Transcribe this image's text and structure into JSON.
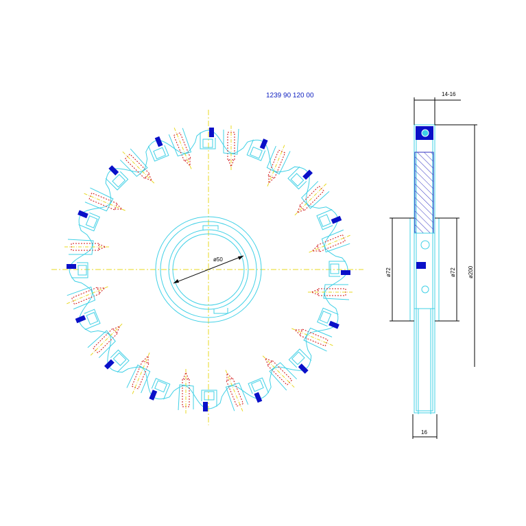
{
  "drawing": {
    "part_number": "1239 90 120 00",
    "dim_bore": "ø50",
    "dim_hub_width": "14-16",
    "dim_hub_diameter_left": "ø72",
    "dim_hub_diameter_right": "ø72",
    "dim_outer_diameter": "ø200",
    "dim_body_width": "16",
    "tooth_count": 16
  },
  "colors": {
    "body": "#3fd0e6",
    "hidden": "#d01010",
    "center": "#e8d820",
    "insert": "#0a10c8",
    "dimension": "#000000",
    "part_text": "#1020c0",
    "hatch": "#3030c0"
  }
}
